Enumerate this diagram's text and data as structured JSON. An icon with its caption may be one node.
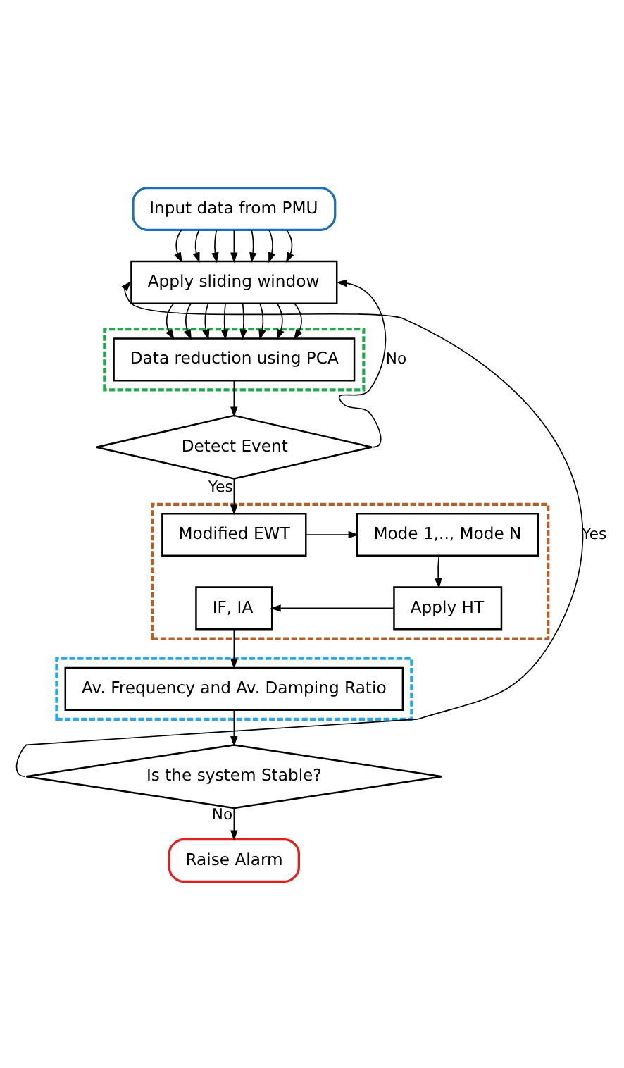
{
  "diagram": {
    "nodes": [
      {
        "text": [
          "Input data from PMU"
        ]
      },
      {
        "text": [
          "Apply sliding window"
        ]
      },
      {
        "text": [],
        "shape": "box"
      },
      {
        "text": [
          "Data reduction using PCA"
        ],
        "in": 2
      },
      {
        "text": [
          "Detect Event"
        ]
      },
      {
        "text": [],
        "shape": "box"
      },
      {
        "text": [
          "Modified EWT"
        ],
        "in": 5
      },
      {
        "text": [
          "Mode 1,.., Mode N"
        ],
        "in": 5
      },
      {
        "text": [
          "IF, IA"
        ],
        "in": 5
      },
      {
        "text": [
          "Apply HT"
        ],
        "in": 5
      },
      {
        "text": [],
        "shape": "box"
      },
      {
        "text": [
          "Av. Frequency and Av. Damping Ratio"
        ],
        "in": 10
      },
      {
        "text": [
          "Is the system Stable?"
        ]
      },
      {
        "text": [
          "Raise Alarm"
        ]
      }
    ],
    "edges": [
      {
        "from": 0,
        "to": 1,
        "arrow": "to"
      },
      {
        "from": 0,
        "to": 1,
        "arrow": "to"
      },
      {
        "from": 0,
        "to": 1,
        "arrow": "to"
      },
      {
        "from": 0,
        "to": 1,
        "arrow": "to"
      },
      {
        "from": 0,
        "to": 1,
        "arrow": "to"
      },
      {
        "from": 0,
        "to": 1,
        "arrow": "to"
      },
      {
        "from": 0,
        "to": 1,
        "arrow": "to"
      },
      {
        "from": 1,
        "to": 3,
        "arrow": "to"
      },
      {
        "from": 1,
        "to": 3,
        "arrow": "to"
      },
      {
        "from": 1,
        "to": 3,
        "arrow": "to"
      },
      {
        "from": 1,
        "to": 3,
        "arrow": "to"
      },
      {
        "from": 1,
        "to": 3,
        "arrow": "to"
      },
      {
        "from": 1,
        "to": 3,
        "arrow": "to"
      },
      {
        "from": 1,
        "to": 3,
        "arrow": "to"
      },
      {
        "from": 1,
        "to": 3,
        "arrow": "to"
      },
      {
        "from": 3,
        "to": 4,
        "arrow": "to"
      },
      {
        "from": 4,
        "to": 1,
        "arrow": "to",
        "label": "No"
      },
      {
        "from": 4,
        "to": 6,
        "arrow": "to",
        "label": "Yes"
      },
      {
        "from": 6,
        "to": 7,
        "arrow": "to"
      },
      {
        "from": 7,
        "to": 9,
        "arrow": "to"
      },
      {
        "from": 9,
        "to": 8,
        "arrow": "to"
      },
      {
        "from": 8,
        "to": 11,
        "arrow": "to"
      },
      {
        "from": 11,
        "to": 12,
        "arrow": "to"
      },
      {
        "from": 12,
        "to": 1,
        "arrow": "to",
        "label": "Yes"
      },
      {
        "from": 12,
        "to": 13,
        "arrow": "to",
        "label": "No"
      }
    ]
  }
}
